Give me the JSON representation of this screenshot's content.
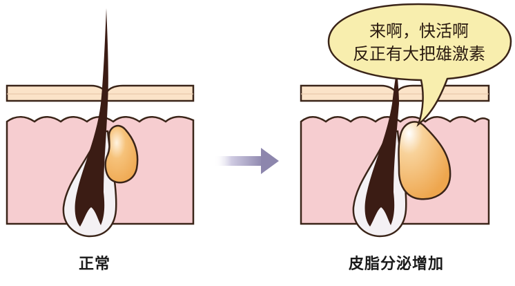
{
  "captions": {
    "normal": "正常",
    "increased": "皮脂分泌增加"
  },
  "speech_bubble": {
    "line1": "来啊，快活啊",
    "line2": "反正有大把雄激素"
  },
  "colors": {
    "epidermis": "#fbe3c8",
    "dermis": "#f6cdd0",
    "outline": "#3a2418",
    "hair": "#3b1c14",
    "sebaceous_gland": "#f3b25c",
    "follicle_sheath": "#f4f1f4",
    "bubble": "#f8eeae",
    "arrow": "#8d86ad"
  }
}
